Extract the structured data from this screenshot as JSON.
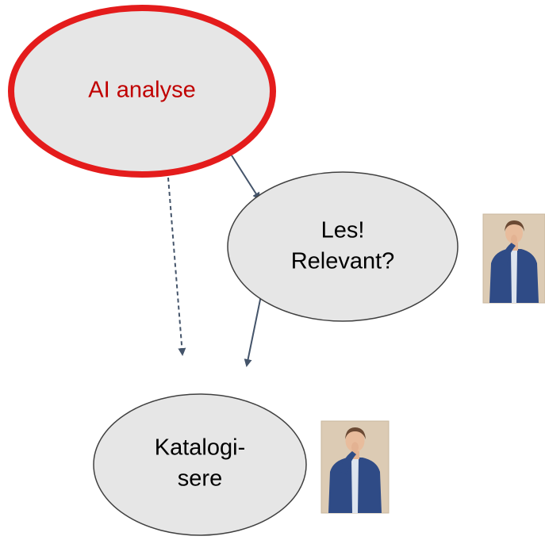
{
  "nodes": {
    "ai_analyse": {
      "label": "AI analyse",
      "text_color": "#c00000",
      "border_color": "#e41c1c",
      "fill_color": "#e6e6e6"
    },
    "les_relevant": {
      "line1": "Les!",
      "line2": "Relevant?",
      "fill_color": "#e6e6e6",
      "border_color": "#404040"
    },
    "katalogisere": {
      "line1": "Katalogi-",
      "line2": "sere",
      "fill_color": "#e6e6e6",
      "border_color": "#404040"
    }
  },
  "edges": [
    {
      "from": "ai_analyse",
      "to": "les_relevant",
      "style": "solid"
    },
    {
      "from": "les_relevant",
      "to": "katalogisere",
      "style": "solid"
    },
    {
      "from": "ai_analyse",
      "to": "katalogisere",
      "style": "dashed"
    }
  ],
  "colors": {
    "edge": "#44546a",
    "text": "#000000"
  },
  "icons": {
    "person_1": "person-shush-icon",
    "person_2": "person-shush-icon"
  }
}
